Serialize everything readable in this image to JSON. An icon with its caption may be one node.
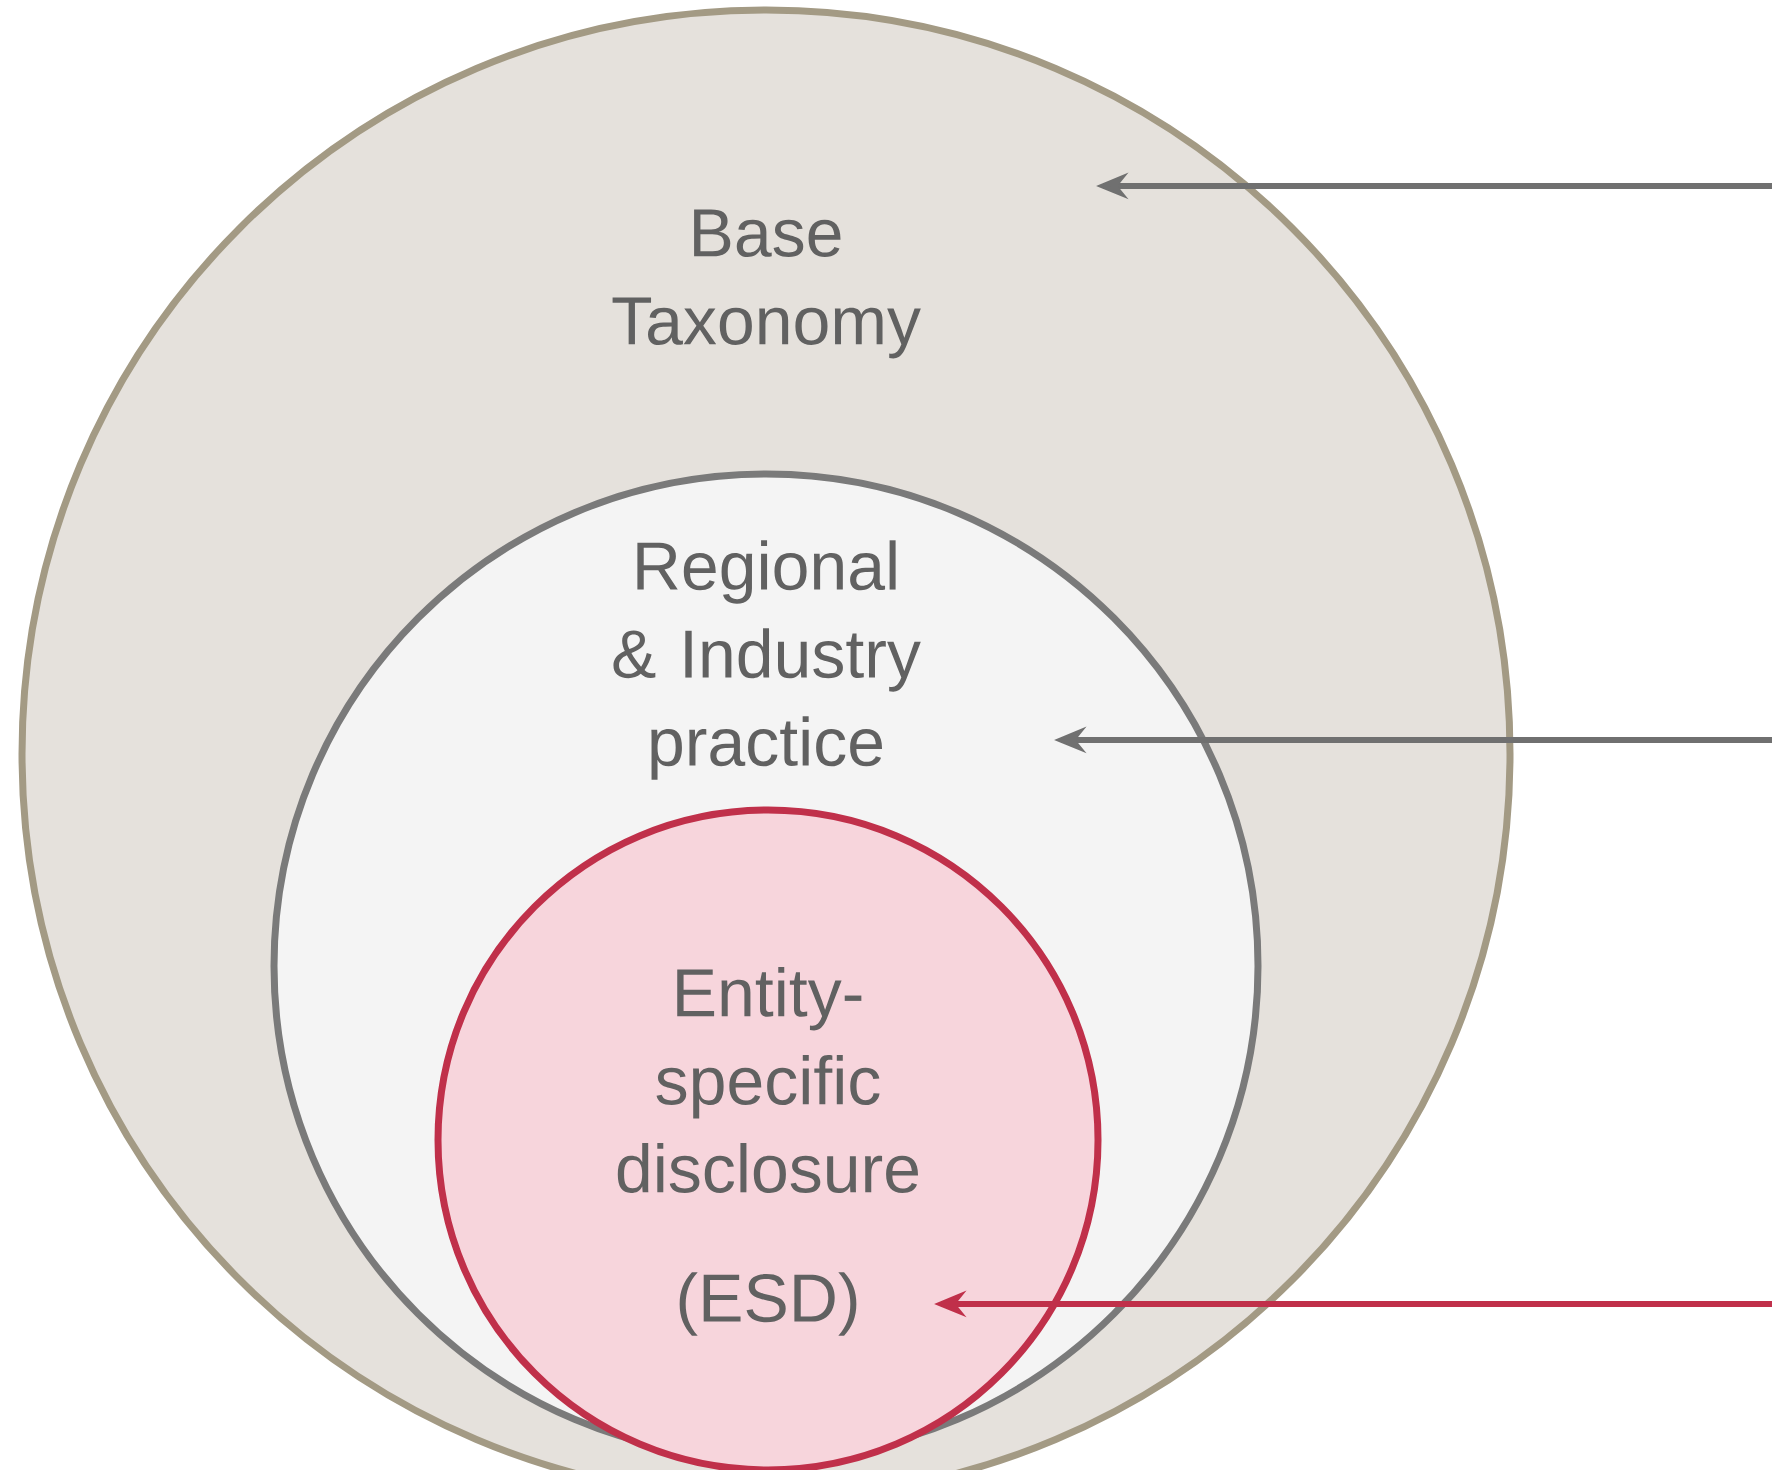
{
  "diagram": {
    "nodes": [
      {
        "text": [
          "Base Taxonomy"
        ]
      },
      {
        "text": [
          "Regional & Industry practice"
        ],
        "in": 0
      },
      {
        "text": [
          "Entity-specific disclosure",
          "(ESD)"
        ],
        "in": 1
      }
    ],
    "edges": [
      {
        "from": null,
        "to": 0,
        "arrow": "to"
      },
      {
        "from": null,
        "to": 1,
        "arrow": "to"
      },
      {
        "from": null,
        "to": 2,
        "arrow": "to",
        "color": "#c0304a"
      }
    ]
  }
}
